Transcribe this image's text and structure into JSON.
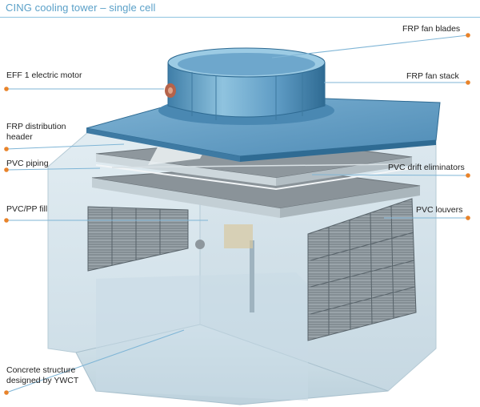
{
  "title": "CING  cooling tower – single cell",
  "colors": {
    "accent_title": "#5aa0c8",
    "leader_line": "#7fb5d6",
    "marker": "#e8832a",
    "roof": "#5e9bc4",
    "walls": "#d9e7ee"
  },
  "labels": {
    "fan_blades": "FRP fan blades",
    "electric_motor": "EFF 1 electric motor",
    "fan_stack": "FRP fan stack",
    "distribution_header_line1": "FRP distribution",
    "distribution_header_line2": "header",
    "pvc_piping": "PVC piping",
    "drift_eliminators": "PVC drift eliminators",
    "fill": "PVC/PP fill",
    "louvers": "PVC louvers",
    "concrete_line1": "Concrete structure",
    "concrete_line2": "designed by YWCT"
  }
}
